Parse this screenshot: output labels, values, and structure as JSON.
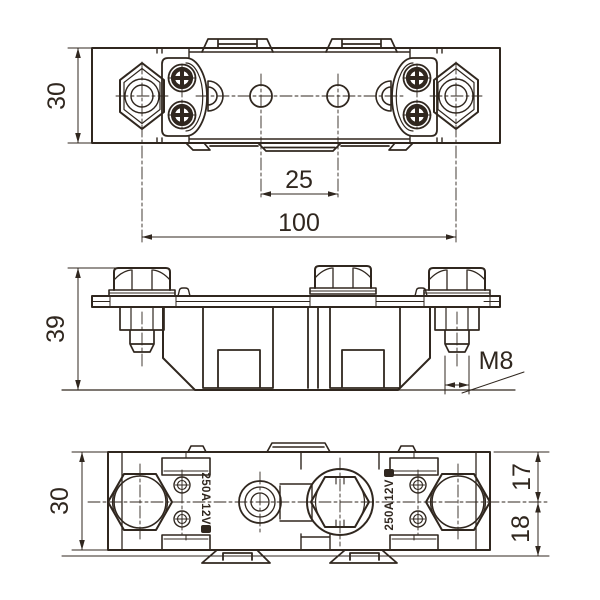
{
  "colors": {
    "line": "#30271f",
    "background": "#ffffff"
  },
  "dimensions": {
    "top_view_height": "30",
    "hole_spacing": "25",
    "stud_spacing": "100",
    "side_view_height": "39",
    "thread_size": "M8",
    "bottom_view_height": "30",
    "upper_half": "17",
    "lower_half": "18"
  },
  "markings": {
    "current_rating": "250A",
    "voltage_rating": "12V"
  }
}
